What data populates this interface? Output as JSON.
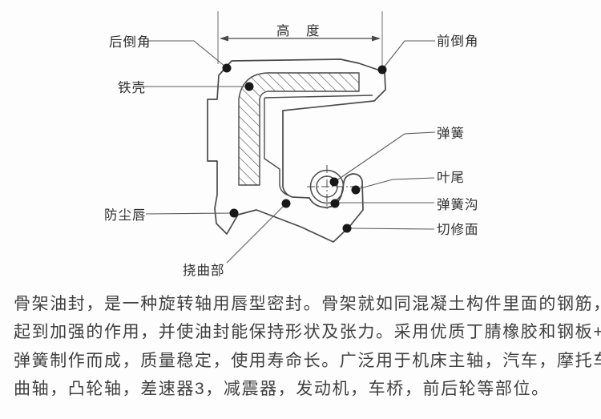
{
  "diagram": {
    "labels": {
      "height_dim": "高　度",
      "rear_chamfer": "后倒角",
      "iron_shell": "铁壳",
      "dust_lip": "防尘唇",
      "flex_section": "挠曲部",
      "front_chamfer": "前倒角",
      "spring": "弹簧",
      "blade_tail": "叶尾",
      "spring_groove": "弹簧沟",
      "trim_surface": "切修面"
    },
    "colors": {
      "line": "#4a4a4a",
      "leader": "#5a5a5a",
      "dot": "#181818",
      "label_text": "#303030"
    }
  },
  "description": {
    "lines": [
      "骨架油封，是一种旋转轴用唇型密封。骨架就如同混凝土构件里面的钢筋，",
      "起到加强的作用，并使油封能保持形状及张力。采用优质丁腈橡胶和钢板+",
      "弹簧制作而成，质量稳定，使用寿命长。广泛用于机床主轴，汽车，摩托车",
      "曲轴，凸轮轴，差速器3，减震器，发动机，车桥，前后轮等部位。"
    ]
  }
}
